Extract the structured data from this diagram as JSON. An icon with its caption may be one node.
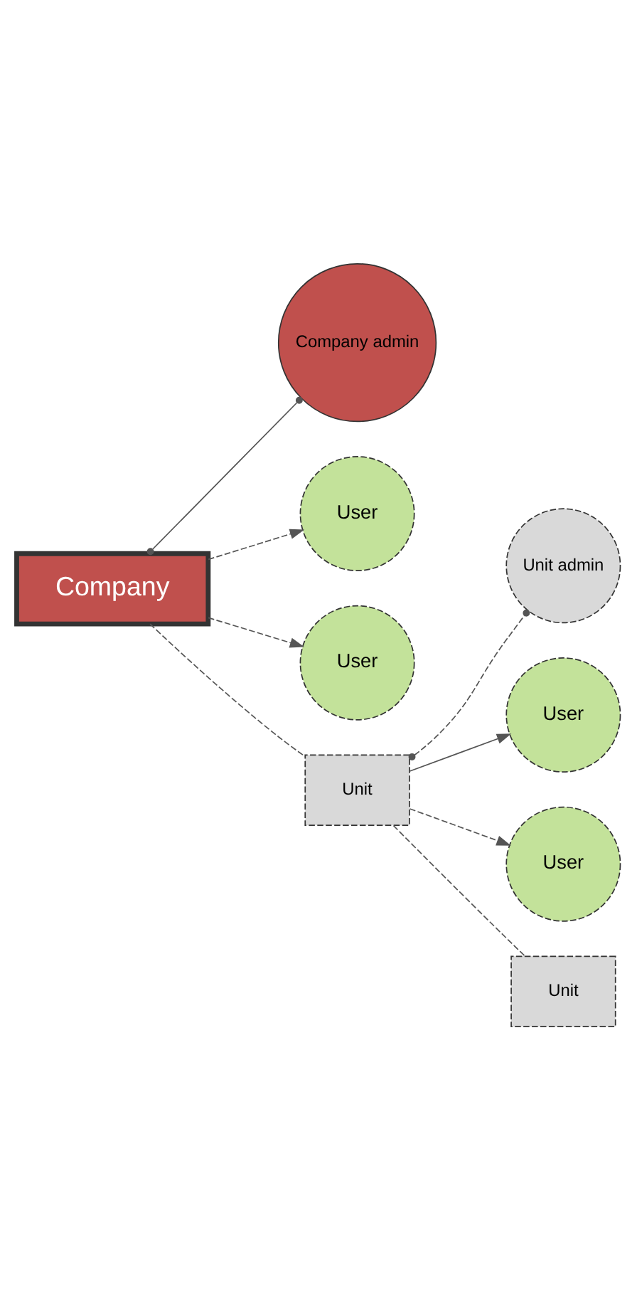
{
  "diagram": {
    "nodes": [
      {
        "text": [
          "Company"
        ]
      },
      {
        "text": [
          "Company admin"
        ]
      },
      {
        "text": [
          "User"
        ]
      },
      {
        "text": [
          "User"
        ]
      },
      {
        "text": [
          "Unit"
        ]
      },
      {
        "text": [
          "Unit admin"
        ]
      },
      {
        "text": [
          "User"
        ]
      },
      {
        "text": [
          "User"
        ]
      },
      {
        "text": [
          "Unit"
        ]
      }
    ],
    "edges": [
      {
        "from": 0,
        "to": 1,
        "arrow": "other"
      },
      {
        "from": 0,
        "to": 2,
        "arrow": "to",
        "style": "dashed"
      },
      {
        "from": 0,
        "to": 3,
        "arrow": "to",
        "style": "dashed"
      },
      {
        "from": 0,
        "to": 4,
        "arrow": "none",
        "style": "dashed"
      },
      {
        "from": 4,
        "to": 5,
        "arrow": "other",
        "style": "dashed"
      },
      {
        "from": 4,
        "to": 6,
        "arrow": "to"
      },
      {
        "from": 4,
        "to": 7,
        "arrow": "to",
        "style": "dashed"
      },
      {
        "from": 4,
        "to": 8,
        "arrow": "none",
        "style": "dashed"
      }
    ]
  }
}
